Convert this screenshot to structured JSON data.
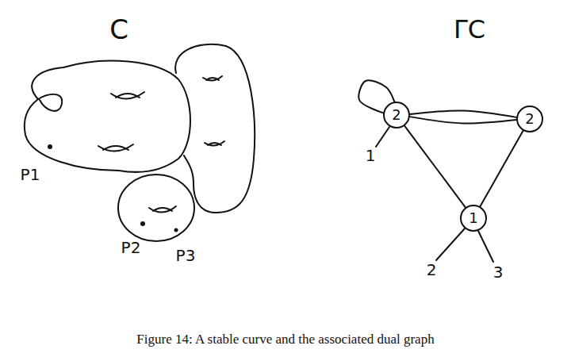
{
  "diagram": {
    "caption": "Figure 14: A stable curve and the associated dual graph",
    "nodes": [
      {
        "text": [
          "2"
        ]
      },
      {
        "text": [
          "2"
        ]
      },
      {
        "text": [
          "1"
        ]
      }
    ],
    "edges": [
      {
        "from": 0,
        "to": 0,
        "arrow": "none"
      },
      {
        "from": 0,
        "to": 1,
        "arrow": "none"
      },
      {
        "from": 0,
        "to": 1,
        "arrow": "none"
      },
      {
        "from": 0,
        "to": 2,
        "arrow": "none"
      },
      {
        "from": 1,
        "to": 2,
        "arrow": "none"
      }
    ],
    "labels": [
      "C",
      "P1",
      "P2",
      "P3",
      "ΓC",
      "1",
      "2",
      "3"
    ]
  }
}
